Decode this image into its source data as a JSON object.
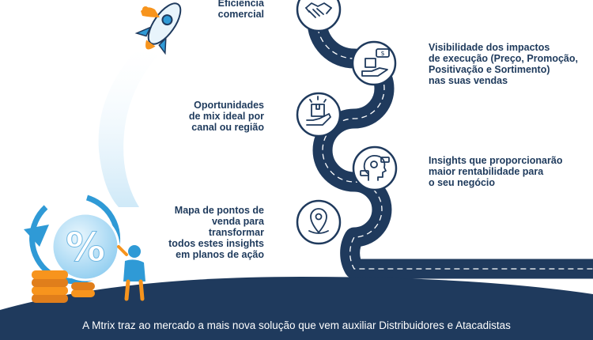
{
  "steps": [
    {
      "label": "Eficiência\ncomercial",
      "icon": "handshake-icon"
    },
    {
      "label": "Visibilidade dos impactos\nde execução (Preço, Promoção,\nPositivação e Sortimento)\nnas suas vendas",
      "icon": "delivery-money-icon"
    },
    {
      "label": "Oportunidades\nde mix ideal por\ncanal ou região",
      "icon": "box-in-hand-icon"
    },
    {
      "label": "Insights que proporcionarão\nmaior rentabilidade para\no seu negócio",
      "icon": "head-insight-icon"
    },
    {
      "label": "Mapa de pontos de\nvenda para transformar\ntodos estes insights\nem planos de ação",
      "icon": "map-pin-icon"
    }
  ],
  "footer": {
    "text": "A Mtrix traz ao mercado a mais nova solução que vem auxiliar Distribuidores e Atacadistas"
  },
  "colors": {
    "navy": "#1f3a5d",
    "navy_dark": "#162b47",
    "text": "#1e3a5c",
    "accent_orange": "#f7941d",
    "accent_light_blue": "#bfe3f7",
    "accent_blue": "#2f9ad6"
  },
  "illustrations": [
    "rocket-illustration",
    "percent-badge-illustration",
    "coin-stack-illustration"
  ]
}
